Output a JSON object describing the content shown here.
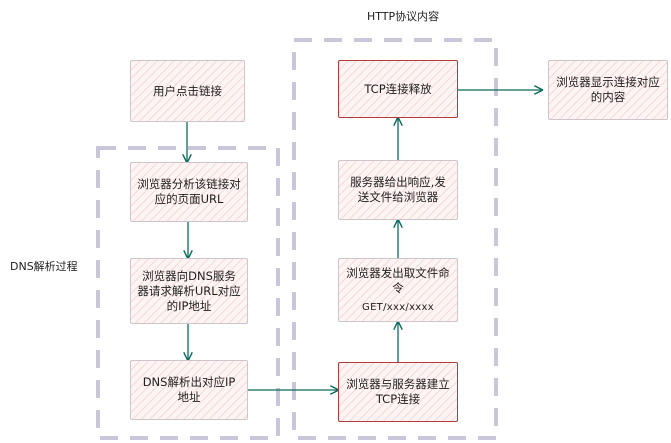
{
  "groups": {
    "http_label": "HTTP协议内容",
    "dns_label": "DNS解析过程"
  },
  "nodes": {
    "user_click": "用户点击链接",
    "analyze_url": "浏览器分析该链接对应的页面URL",
    "request_dns": "浏览器向DNS服务器请求解析URL对应的IP地址",
    "dns_resolved": "DNS解析出对应IP地址",
    "tcp_connect": "浏览器与服务器建立TCP连接",
    "request_file_title": "浏览器发出取文件命令",
    "request_file_cmd": "GET/xxx/xxxx",
    "server_response": "服务器给出响应,发送文件给浏览器",
    "tcp_release": "TCP连接释放",
    "display": "浏览器显示连接对应的内容"
  },
  "colors": {
    "group_border": "#c9c6da",
    "arrow": "#0b6b5e",
    "node_border": "#cfc6cc",
    "node_border_strong": "#b23a3a",
    "node_fill": "#fdf4f4"
  }
}
